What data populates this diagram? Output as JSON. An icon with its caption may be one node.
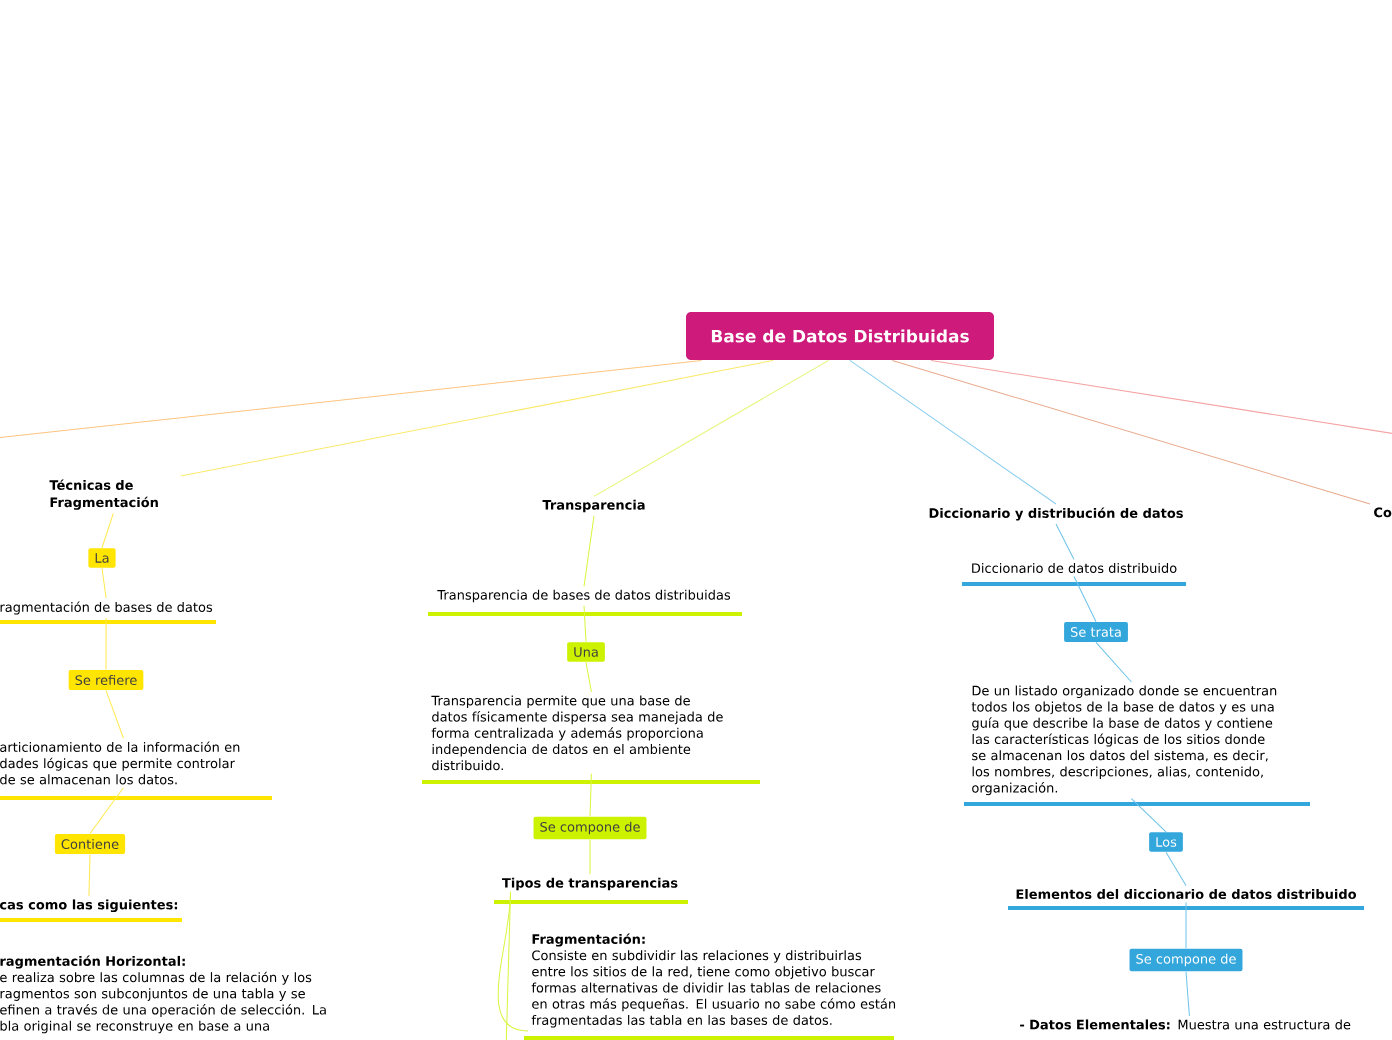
{
  "diagram": {
    "nodes": [
      {
        "text": [
          "Base de Datos Distribuidas"
        ]
      },
      {
        "text": [
          "Técnicas de Fragmentación"
        ]
      },
      {
        "text": [
          "La"
        ]
      },
      {
        "text": [
          "ragmentación de bases de datos"
        ]
      },
      {
        "text": [
          "Se refiere"
        ]
      },
      {
        "text": [
          "articionamiento de la información en dades lógicas que permite controlar de se almacenan los datos."
        ]
      },
      {
        "text": [
          "Contiene"
        ]
      },
      {
        "text": [
          "cas como las siguientes:"
        ]
      },
      {
        "text": [
          "ragmentación Horizontal:",
          "e realiza sobre las columnas de la relación y los ragmentos son subconjuntos de una tabla y se efinen a través de una operación de selección. La bla original se reconstruye en base a una"
        ]
      },
      {
        "text": [
          "Transparencia"
        ]
      },
      {
        "text": [
          "Transparencia de bases de datos distribuidas"
        ]
      },
      {
        "text": [
          "Una"
        ]
      },
      {
        "text": [
          "Transparencia permite que una base de datos físicamente dispersa sea manejada de forma centralizada y además proporciona independencia de datos en el ambiente distribuido."
        ]
      },
      {
        "text": [
          "Se compone de"
        ]
      },
      {
        "text": [
          "Tipos de transparencias"
        ]
      },
      {
        "text": [
          "Fragmentación:",
          "Consiste en subdividir las relaciones y distribuirlas entre los sitios de la red, tiene como objetivo buscar formas alternativas de dividir las tablas de relaciones en otras más pequeñas. El usuario no sabe cómo están fragmentadas las tabla en las bases de datos."
        ]
      },
      {
        "text": [
          "Diccionario y distribución de datos"
        ]
      },
      {
        "text": [
          "Diccionario de datos distribuido"
        ]
      },
      {
        "text": [
          "Se trata"
        ]
      },
      {
        "text": [
          "De un listado organizado donde se encuentran todos los objetos de la base de datos y es una guía que describe la base de datos y contiene las características lógicas de los sitios donde se almacenan los datos del sistema, es decir, los nombres, descripciones, alias, contenido, organización."
        ]
      },
      {
        "text": [
          "Los"
        ]
      },
      {
        "text": [
          "Elementos del diccionario de datos distribuido"
        ]
      },
      {
        "text": [
          "Se compone de"
        ]
      },
      {
        "text": [
          "**- Datos Elementales:** Muestra una estructura de"
        ]
      },
      {
        "text": [
          "Co"
        ]
      }
    ],
    "edges": [
      {
        "from": 0,
        "to": 1,
        "arrow": "none",
        "color": "#fbe96b"
      },
      {
        "from": 0,
        "to": 9,
        "arrow": "none",
        "color": "#e4f56e"
      },
      {
        "from": 0,
        "to": 16,
        "arrow": "none",
        "color": "#86cdef"
      },
      {
        "from": 0,
        "to": 24,
        "arrow": "none",
        "color": "#e9a98a"
      },
      {
        "from": 0,
        "to": null,
        "arrow": "none",
        "color": "#ffc47f"
      },
      {
        "from": 0,
        "to": null,
        "arrow": "none",
        "color": "#f6a3a3"
      },
      {
        "from": 1,
        "to": 2,
        "arrow": "none",
        "color": "#ffe94d"
      },
      {
        "from": 2,
        "to": 3,
        "arrow": "none",
        "color": "#ffe94d"
      },
      {
        "from": 3,
        "to": 4,
        "arrow": "none",
        "color": "#ffe94d"
      },
      {
        "from": 4,
        "to": 5,
        "arrow": "none",
        "color": "#ffe94d"
      },
      {
        "from": 5,
        "to": 6,
        "arrow": "none",
        "color": "#ffe94d"
      },
      {
        "from": 6,
        "to": 7,
        "arrow": "none",
        "color": "#ffe94d"
      },
      {
        "from": 9,
        "to": 10,
        "arrow": "none",
        "color": "#d9f53d"
      },
      {
        "from": 10,
        "to": 11,
        "arrow": "none",
        "color": "#d9f53d"
      },
      {
        "from": 11,
        "to": 12,
        "arrow": "none",
        "color": "#d9f53d"
      },
      {
        "from": 12,
        "to": 13,
        "arrow": "none",
        "color": "#d9f53d"
      },
      {
        "from": 13,
        "to": 14,
        "arrow": "none",
        "color": "#d9f53d"
      },
      {
        "from": 14,
        "to": 15,
        "arrow": "none",
        "color": "#d9f53d"
      },
      {
        "from": 14,
        "to": null,
        "arrow": "none",
        "color": "#d9f53d"
      },
      {
        "from": 16,
        "to": 17,
        "arrow": "none",
        "color": "#6bc2ea"
      },
      {
        "from": 17,
        "to": 18,
        "arrow": "none",
        "color": "#6bc2ea"
      },
      {
        "from": 18,
        "to": 19,
        "arrow": "none",
        "color": "#6bc2ea"
      },
      {
        "from": 19,
        "to": 20,
        "arrow": "none",
        "color": "#6bc2ea"
      },
      {
        "from": 20,
        "to": 21,
        "arrow": "none",
        "color": "#6bc2ea"
      },
      {
        "from": 21,
        "to": 22,
        "arrow": "none",
        "color": "#6bc2ea"
      },
      {
        "from": 22,
        "to": 23,
        "arrow": "none",
        "color": "#6bc2ea"
      }
    ]
  }
}
